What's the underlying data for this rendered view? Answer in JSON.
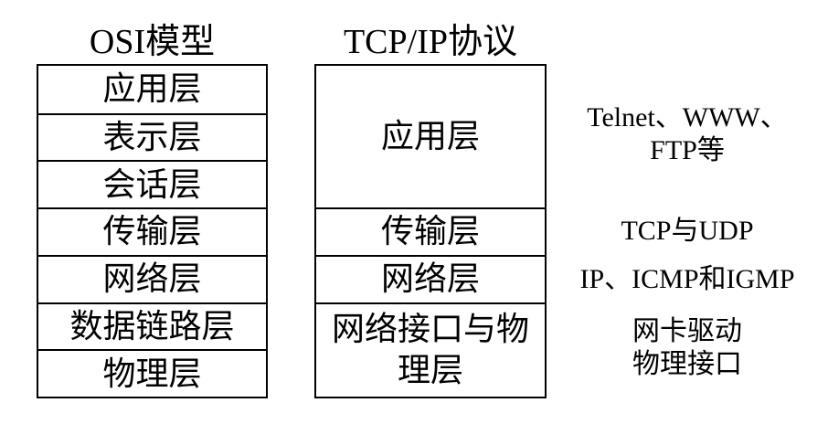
{
  "page": {
    "background_color": "#ffffff",
    "text_color": "#000000",
    "border_color": "#000000"
  },
  "osi": {
    "title": "OSI模型",
    "layers": [
      "应用层",
      "表示层",
      "会话层",
      "传输层",
      "网络层",
      "数据链路层",
      "物理层"
    ]
  },
  "tcpip": {
    "title": "TCP/IP协议",
    "layers": [
      {
        "label": "应用层",
        "osi_rows_spanned": 3
      },
      {
        "label": "传输层",
        "osi_rows_spanned": 1
      },
      {
        "label": "网络层",
        "osi_rows_spanned": 1
      },
      {
        "label": "网络接口与物理层",
        "osi_rows_spanned": 2
      }
    ]
  },
  "annotations": [
    {
      "target_layer": "应用层",
      "lines": [
        "Telnet、WWW、",
        "FTP等"
      ]
    },
    {
      "target_layer": "传输层",
      "lines": [
        "TCP与UDP"
      ]
    },
    {
      "target_layer": "网络层",
      "lines": [
        "IP、ICMP和IGMP"
      ]
    },
    {
      "target_layer": "网络接口与物理层",
      "lines": [
        "网卡驱动",
        "物理接口"
      ]
    }
  ]
}
